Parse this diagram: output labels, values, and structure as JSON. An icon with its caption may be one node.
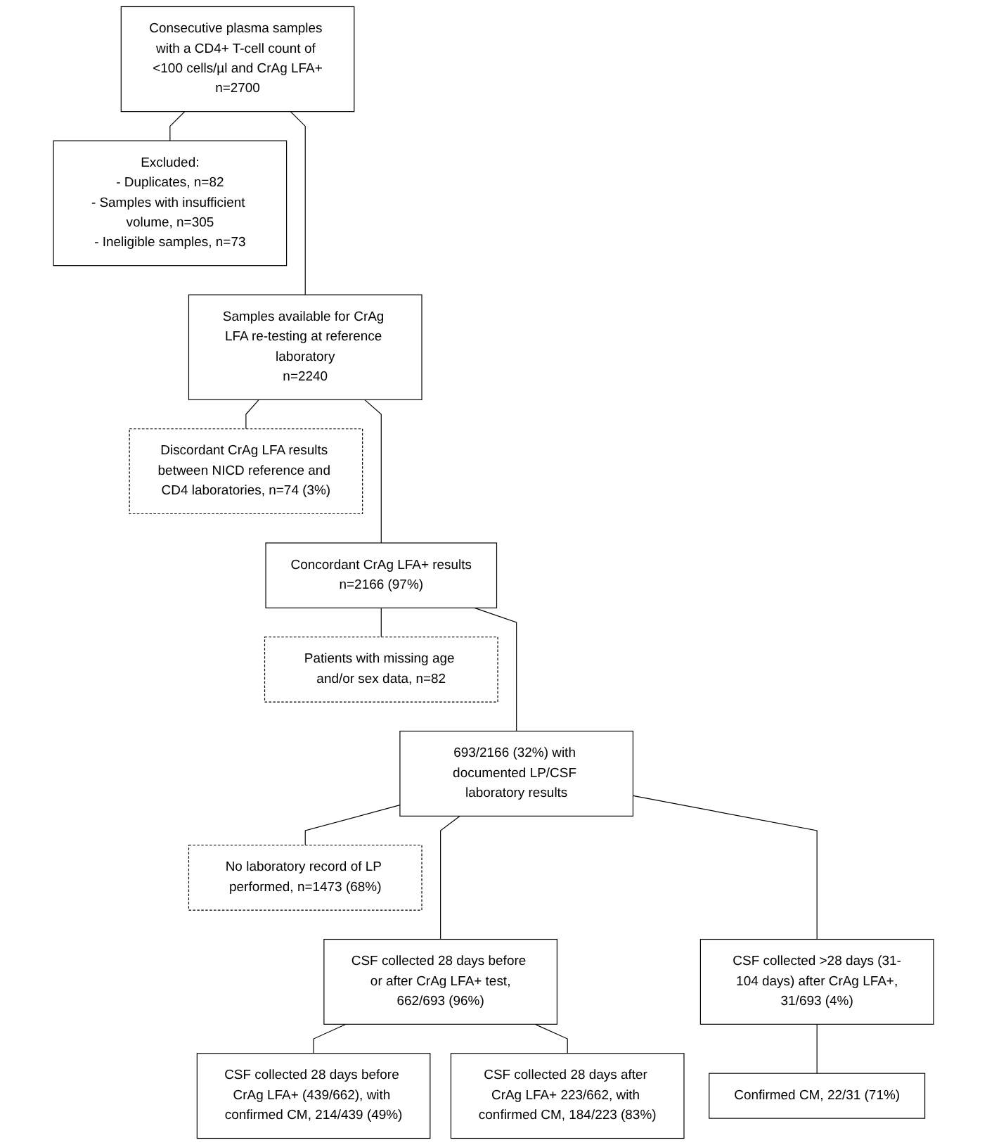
{
  "diagram": {
    "nodes": [
      {
        "text": [
          "Consecutive plasma samples with a CD4+ T-cell count of <100 cells/µl and CrAg LFA+",
          "n=2700"
        ]
      },
      {
        "text": [
          "Excluded:",
          "- Duplicates, n=82",
          "- Samples with insufficient volume, n=305",
          "- Ineligible samples, n=73"
        ]
      },
      {
        "text": [
          "Samples available for CrAg LFA re-testing at reference laboratory",
          "n=2240"
        ]
      },
      {
        "text": [
          "Discordant CrAg LFA results between NICD reference and CD4 laboratories, n=74 (3%)"
        ]
      },
      {
        "text": [
          "Concordant CrAg LFA+ results",
          "n=2166 (97%)"
        ]
      },
      {
        "text": [
          "Patients with missing age and/or sex data, n=82"
        ]
      },
      {
        "text": [
          "693/2166 (32%) with documented LP/CSF laboratory results"
        ]
      },
      {
        "text": [
          "No laboratory record of LP performed, n=1473 (68%)"
        ]
      },
      {
        "text": [
          "CSF collected 28 days before or after CrAg LFA+ test,",
          "662/693 (96%)"
        ]
      },
      {
        "text": [
          "CSF collected >28 days (31-104 days) after CrAg LFA+,",
          "31/693 (4%)"
        ]
      },
      {
        "text": [
          "CSF collected 28 days before CrAg LFA+ (439/662), with confirmed CM, 214/439 (49%)"
        ]
      },
      {
        "text": [
          "CSF collected 28 days after CrAg LFA+ 223/662, with confirmed CM, 184/223 (83%)"
        ]
      },
      {
        "text": [
          "Confirmed CM, 22/31 (71%)"
        ]
      }
    ],
    "edges": [
      {
        "from": 0,
        "to": 2,
        "arrow": "none"
      },
      {
        "from": 0,
        "to": 1,
        "arrow": "none"
      },
      {
        "from": 2,
        "to": 4,
        "arrow": "none"
      },
      {
        "from": 2,
        "to": 3,
        "arrow": "none"
      },
      {
        "from": 4,
        "to": 6,
        "arrow": "none"
      },
      {
        "from": 4,
        "to": 5,
        "arrow": "none"
      },
      {
        "from": 6,
        "to": 7,
        "arrow": "none"
      },
      {
        "from": 6,
        "to": 8,
        "arrow": "none"
      },
      {
        "from": 6,
        "to": 9,
        "arrow": "none"
      },
      {
        "from": 8,
        "to": 10,
        "arrow": "none"
      },
      {
        "from": 8,
        "to": 11,
        "arrow": "none"
      },
      {
        "from": 9,
        "to": 12,
        "arrow": "none"
      }
    ]
  }
}
